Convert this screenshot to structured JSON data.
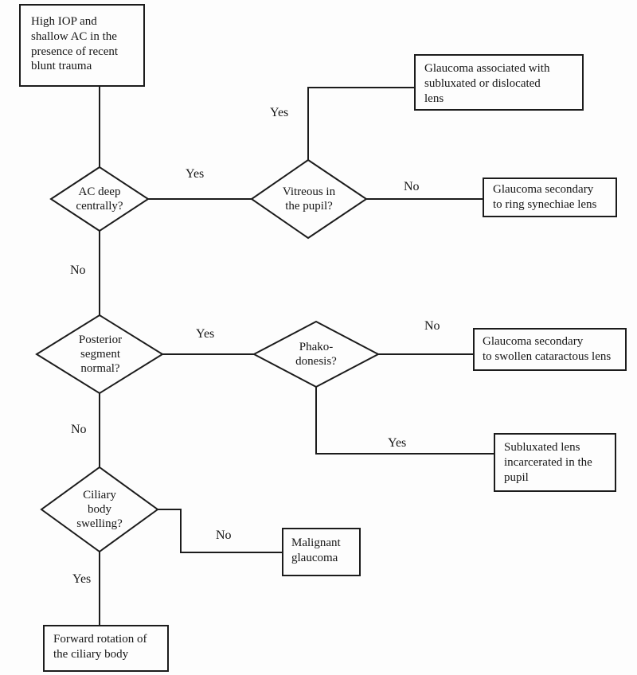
{
  "flowchart": {
    "start": {
      "text": "High IOP and\nshallow AC in the\npresence of recent\nblunt trauma"
    },
    "decisions": {
      "ac_deep": {
        "text": "AC deep\ncentrally?"
      },
      "vitreous": {
        "text": "Vitreous in\nthe pupil?"
      },
      "posterior": {
        "text": "Posterior\nsegment\nnormal?"
      },
      "phakodonesis": {
        "text": "Phako-\ndonesis?"
      },
      "ciliary": {
        "text": "Ciliary\nbody\nswelling?"
      }
    },
    "outcomes": {
      "subluxated_dislocated": {
        "text": "Glaucoma associated with\nsubluxated or dislocated\nlens"
      },
      "ring_synechiae": {
        "text": "Glaucoma secondary\nto ring synechiae lens"
      },
      "swollen_cataractous": {
        "text": "Glaucoma secondary\nto swollen cataractous lens"
      },
      "subluxated_incarcerated": {
        "text": "Subluxated lens\nincarcerated in the\npupil"
      },
      "malignant": {
        "text": "Malignant\nglaucoma"
      },
      "forward_rotation": {
        "text": "Forward rotation of\nthe ciliary body"
      }
    },
    "edge_labels": {
      "ac_deep_yes": "Yes",
      "ac_deep_no": "No",
      "vitreous_yes": "Yes",
      "vitreous_no": "No",
      "posterior_yes": "Yes",
      "posterior_no": "No",
      "phako_no": "No",
      "phako_yes": "Yes",
      "ciliary_no": "No",
      "ciliary_yes": "Yes"
    },
    "colors": {
      "line": "#1c1c1c",
      "background": "#fdfdfd",
      "text": "#161616"
    }
  }
}
